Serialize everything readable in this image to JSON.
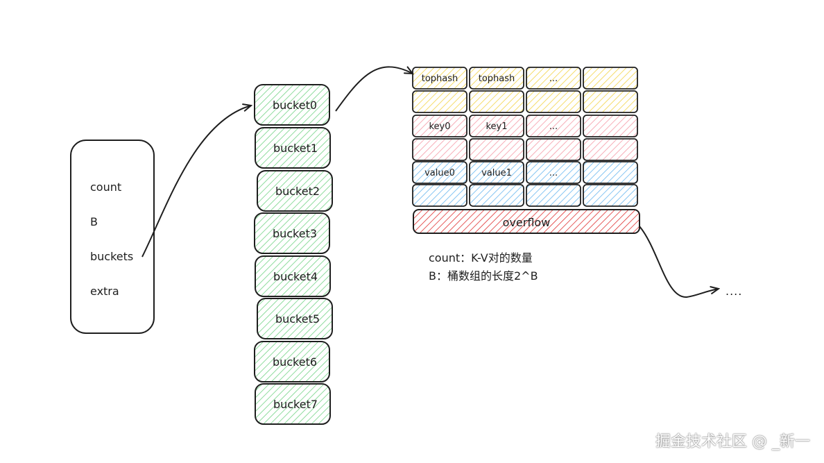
{
  "struct_fields": [
    "count",
    "B",
    "buckets",
    "extra"
  ],
  "buckets": [
    "bucket0",
    "bucket1",
    "bucket2",
    "bucket3",
    "bucket4",
    "bucket5",
    "bucket6",
    "bucket7"
  ],
  "bucket_detail": {
    "rows": [
      {
        "group": "tophash",
        "cells": [
          "tophash",
          "tophash",
          "...",
          ""
        ]
      },
      {
        "group": "tophash",
        "cells": [
          "",
          "",
          "",
          ""
        ]
      },
      {
        "group": "key",
        "cells": [
          "key0",
          "key1",
          "...",
          ""
        ]
      },
      {
        "group": "key",
        "cells": [
          "",
          "",
          "",
          ""
        ]
      },
      {
        "group": "value",
        "cells": [
          "value0",
          "value1",
          "...",
          ""
        ]
      },
      {
        "group": "value",
        "cells": [
          "",
          "",
          "",
          ""
        ]
      }
    ],
    "overflow_label": "overflow"
  },
  "notes": {
    "count": "count：K-V对的数量",
    "b": "B：桶数组的长度2^B"
  },
  "continuation": "....",
  "watermark": "掘金技术社区 @ _新一",
  "colors": {
    "stroke": "#1e1e1e",
    "bucket_fill": "#b2f2bb",
    "tophash_fill": "#ffec99",
    "key_fill": "#ffc9c9",
    "value_fill": "#a5d8ff",
    "overflow_fill": "#e03131"
  }
}
